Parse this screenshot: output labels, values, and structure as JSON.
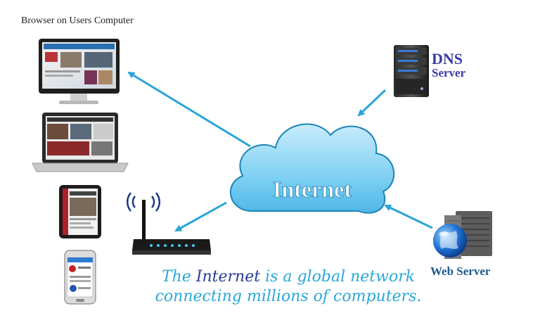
{
  "labels": {
    "browser_caption": "Browser on Users Computer",
    "dns_line1": "DNS",
    "dns_line2": "Server",
    "web_server": "Web Server",
    "cloud": "Internet"
  },
  "caption": {
    "part1": "The ",
    "highlight": "Internet",
    "part2": " is a global network",
    "line2": "connecting millions of computers."
  },
  "colors": {
    "arrow": "#29a4d9",
    "cloud_fill": "#7fd0f3",
    "cloud_stroke": "#1b84b8",
    "caption_light": "#2aa7d8",
    "caption_dark": "#2a3b9a"
  },
  "icons": [
    "monitor-icon",
    "laptop-icon",
    "tablet-icon",
    "phone-icon",
    "router-icon",
    "dns-server-icon",
    "web-server-icon",
    "globe-icon",
    "cloud-icon"
  ]
}
